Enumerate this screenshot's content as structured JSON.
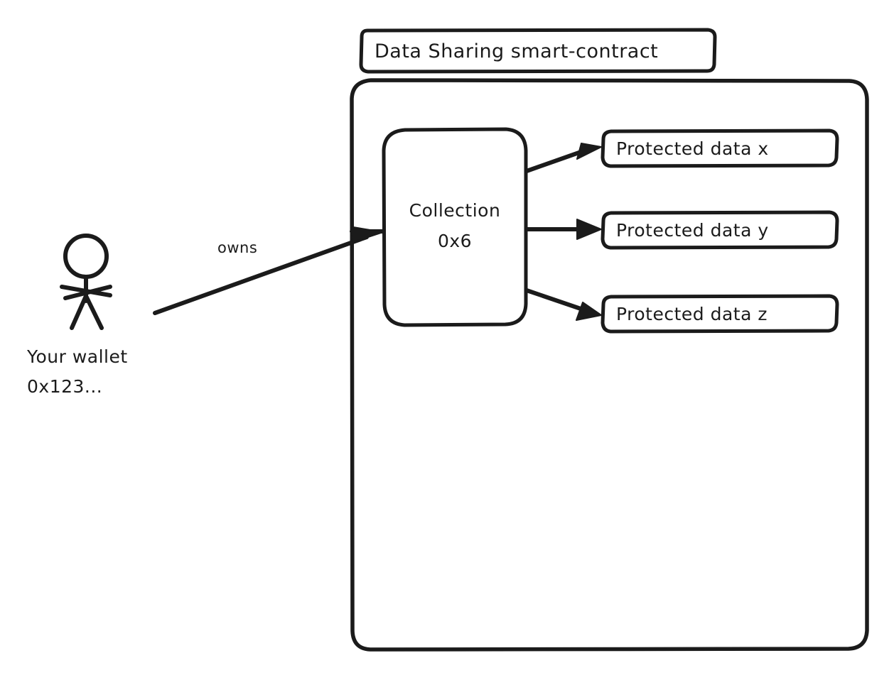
{
  "diagram": {
    "title": "Data Sharing smart-contract",
    "container_label": "Data Sharing smart-contract",
    "actor": {
      "icon": "stick-figure-person-icon",
      "label_line1": "Your wallet",
      "label_line2": "0x123..."
    },
    "edges": [
      {
        "id": "owns",
        "label": "owns",
        "from": "your-wallet",
        "to": "collection-0x6"
      },
      {
        "id": "collection-to-x",
        "label": "",
        "from": "collection-0x6",
        "to": "protected-data-x"
      },
      {
        "id": "collection-to-y",
        "label": "",
        "from": "collection-0x6",
        "to": "protected-data-y"
      },
      {
        "id": "collection-to-z",
        "label": "",
        "from": "collection-0x6",
        "to": "protected-data-z"
      }
    ],
    "collection": {
      "line1": "Collection",
      "line2": "0x6"
    },
    "protected_data": [
      {
        "id": "protected-data-x",
        "label": "Protected data x"
      },
      {
        "id": "protected-data-y",
        "label": "Protected data y"
      },
      {
        "id": "protected-data-z",
        "label": "Protected data z"
      }
    ],
    "colors": {
      "stroke": "#1b1b1b",
      "fill": "#ffffff",
      "background": "#ffffff"
    }
  }
}
